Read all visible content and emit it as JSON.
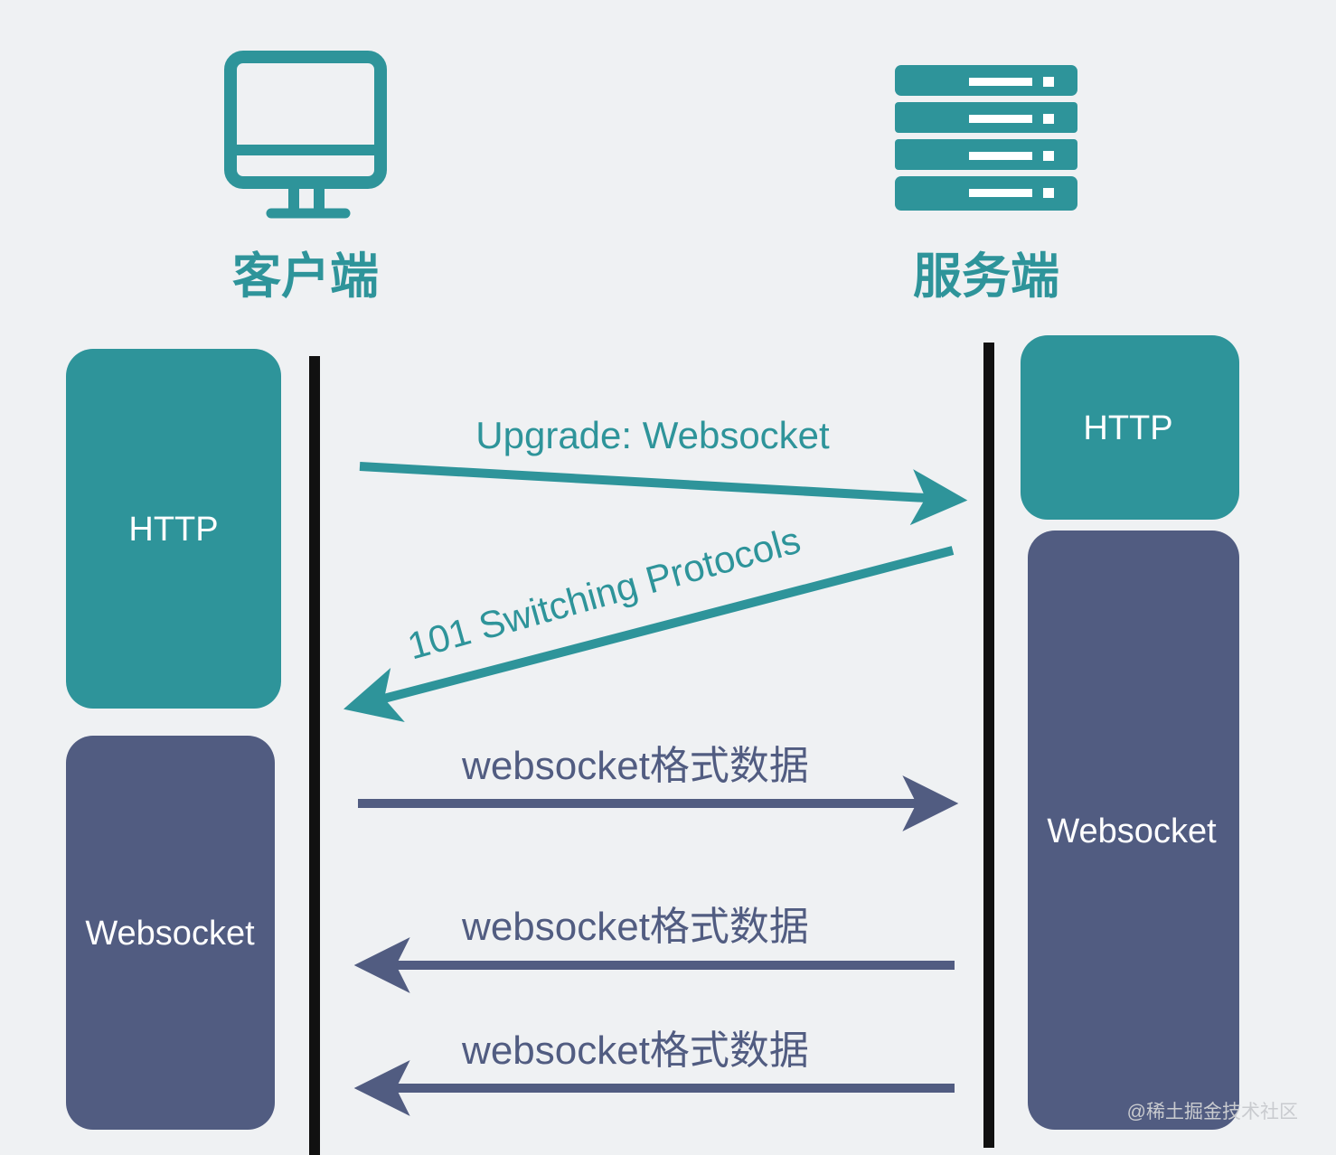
{
  "colors": {
    "background": "#eff1f3",
    "teal": "#2e949a",
    "slate": "#515c81",
    "lifeline": "#111111",
    "white": "#ffffff",
    "watermark": "#c9cbcf"
  },
  "client": {
    "icon": "monitor-icon",
    "label": "客户端",
    "stack": {
      "http": "HTTP",
      "websocket": "Websocket"
    }
  },
  "server": {
    "icon": "server-icon",
    "label": "服务端",
    "stack": {
      "http": "HTTP",
      "websocket": "Websocket"
    }
  },
  "messages": [
    {
      "label": "Upgrade: Websocket",
      "direction": "client-to-server",
      "color": "#2e949a"
    },
    {
      "label": "101 Switching Protocols",
      "direction": "server-to-client",
      "color": "#2e949a"
    },
    {
      "label": "websocket格式数据",
      "direction": "client-to-server",
      "color": "#515c81"
    },
    {
      "label": "websocket格式数据",
      "direction": "server-to-client",
      "color": "#515c81"
    },
    {
      "label": "websocket格式数据",
      "direction": "server-to-client",
      "color": "#515c81"
    }
  ],
  "watermark": "@稀土掘金技术社区"
}
